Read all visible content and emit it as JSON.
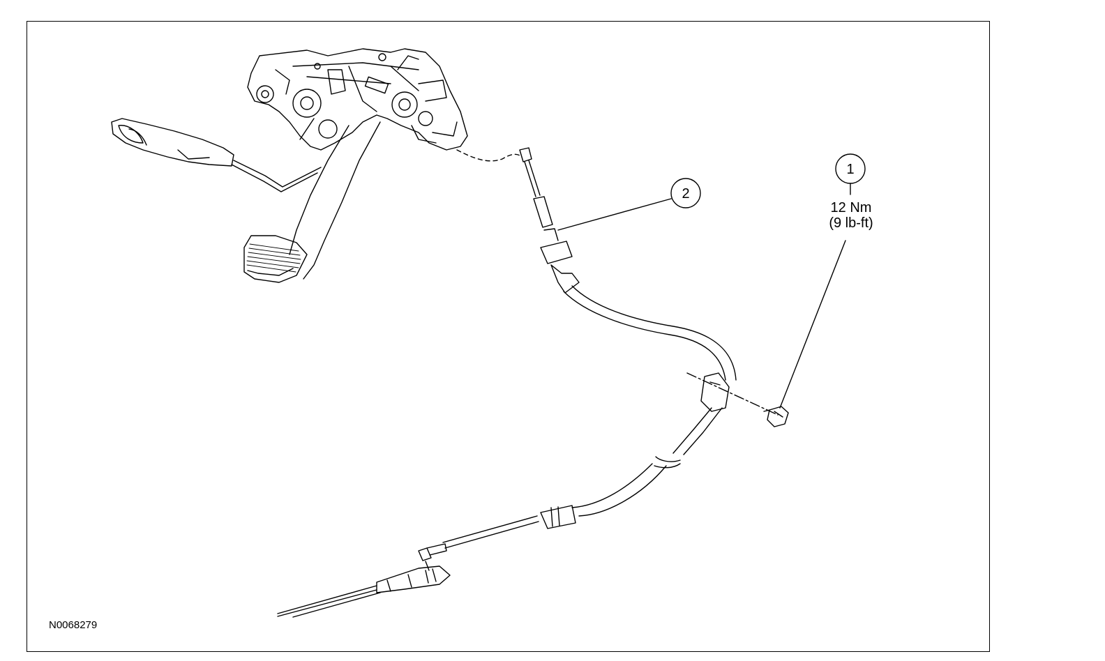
{
  "figure_code": "N0068279",
  "callouts": [
    {
      "number": "1",
      "torque_nm": "12 Nm",
      "torque_lbft": "(9 lb-ft)"
    },
    {
      "number": "2"
    }
  ],
  "colors": {
    "line": "#000000",
    "background": "#ffffff"
  }
}
